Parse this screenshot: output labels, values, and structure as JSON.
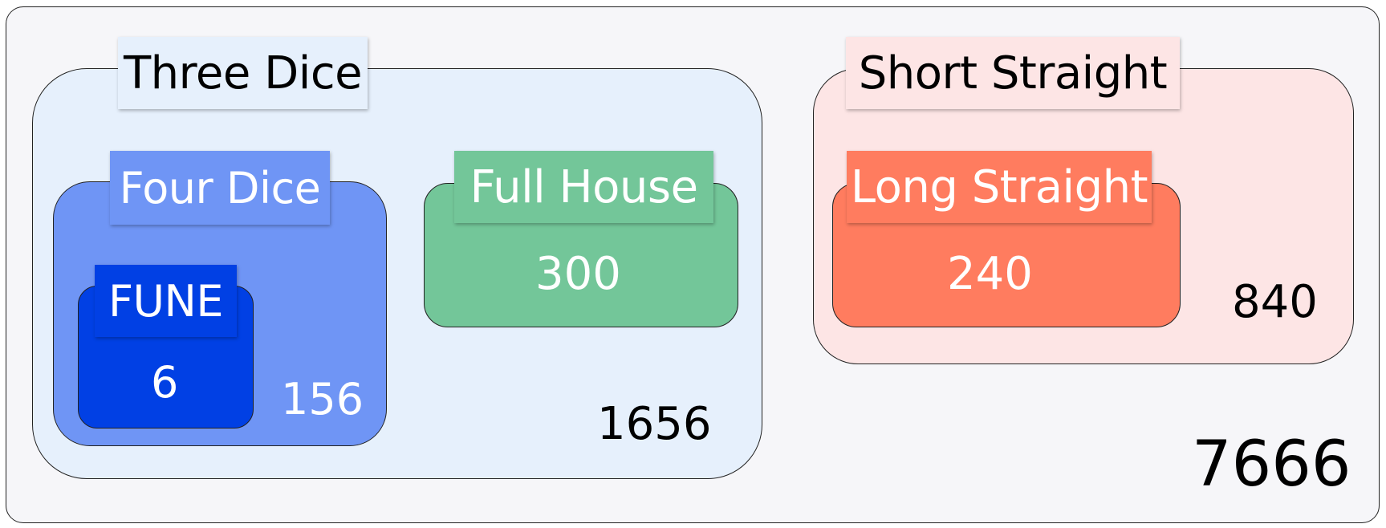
{
  "colors": {
    "canvas": "#f6f6f9",
    "three_dice": "#e6f0fc",
    "four_dice": "#6f95f5",
    "fune": "#0140e4",
    "full_house": "#73c699",
    "short_straight": "#fde5e5",
    "long_straight": "#ff7c5f"
  },
  "sets": {
    "three_dice": {
      "label": "Three Dice",
      "count": "1656"
    },
    "four_dice": {
      "label": "Four Dice",
      "count": "156"
    },
    "fune": {
      "label": "FUNE",
      "count": "6"
    },
    "full_house": {
      "label": "Full House",
      "count": "300"
    },
    "short_straight": {
      "label": "Short Straight",
      "count": "840"
    },
    "long_straight": {
      "label": "Long Straight",
      "count": "240"
    }
  },
  "total": "7666"
}
